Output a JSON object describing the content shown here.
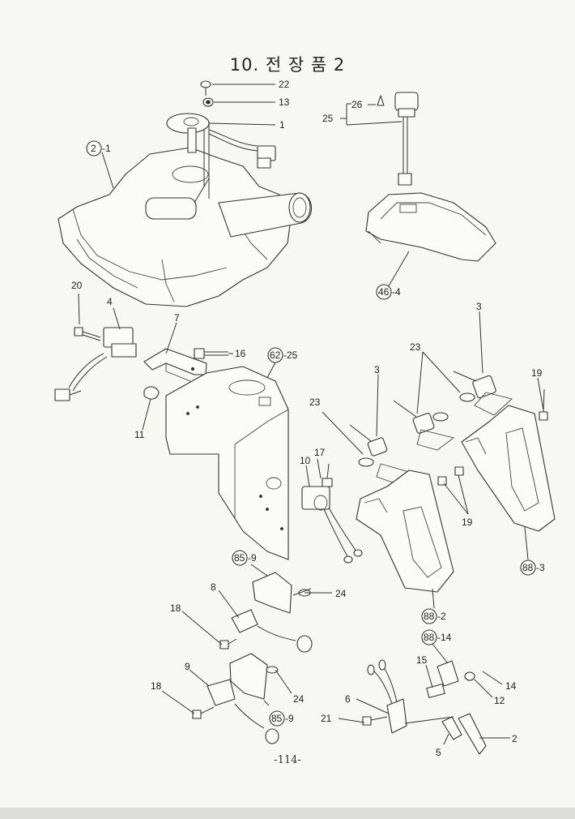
{
  "page": {
    "title": "10. 전  장  품  2",
    "page_number": "-114-"
  },
  "callouts": [
    {
      "id": "c22",
      "text": "22"
    },
    {
      "id": "c13",
      "text": "13"
    },
    {
      "id": "c1",
      "text": "1"
    },
    {
      "id": "c2-1",
      "text": "-1",
      "circled": "2"
    },
    {
      "id": "c26",
      "text": "26"
    },
    {
      "id": "c25",
      "text": "25"
    },
    {
      "id": "c46-4",
      "text": "-4",
      "circled": "46"
    },
    {
      "id": "c20",
      "text": "20"
    },
    {
      "id": "c4",
      "text": "4"
    },
    {
      "id": "c7",
      "text": "7"
    },
    {
      "id": "c16",
      "text": "16"
    },
    {
      "id": "c62-25",
      "text": "-25",
      "circled": "62"
    },
    {
      "id": "c11",
      "text": "11"
    },
    {
      "id": "c3a",
      "text": "3"
    },
    {
      "id": "c3b",
      "text": "3"
    },
    {
      "id": "c23a",
      "text": "23"
    },
    {
      "id": "c23b",
      "text": "23"
    },
    {
      "id": "c19a",
      "text": "19"
    },
    {
      "id": "c19b",
      "text": "19"
    },
    {
      "id": "c17",
      "text": "17"
    },
    {
      "id": "c10",
      "text": "10"
    },
    {
      "id": "c88-3",
      "text": "-3",
      "circled": "88"
    },
    {
      "id": "c85-9a",
      "text": "-9",
      "circled": "85"
    },
    {
      "id": "c8",
      "text": "8"
    },
    {
      "id": "c24a",
      "text": "24"
    },
    {
      "id": "c18a",
      "text": "18"
    },
    {
      "id": "c88-2",
      "text": "-2",
      "circled": "88"
    },
    {
      "id": "c88-14",
      "text": "-14",
      "circled": "88"
    },
    {
      "id": "c9",
      "text": "9"
    },
    {
      "id": "c18b",
      "text": "18"
    },
    {
      "id": "c24b",
      "text": "24"
    },
    {
      "id": "c85-9b",
      "text": "-9",
      "circled": "85"
    },
    {
      "id": "c15",
      "text": "15"
    },
    {
      "id": "c14",
      "text": "14"
    },
    {
      "id": "c12",
      "text": "12"
    },
    {
      "id": "c6",
      "text": "6"
    },
    {
      "id": "c21",
      "text": "21"
    },
    {
      "id": "c5",
      "text": "5"
    },
    {
      "id": "c2",
      "text": "2"
    }
  ]
}
